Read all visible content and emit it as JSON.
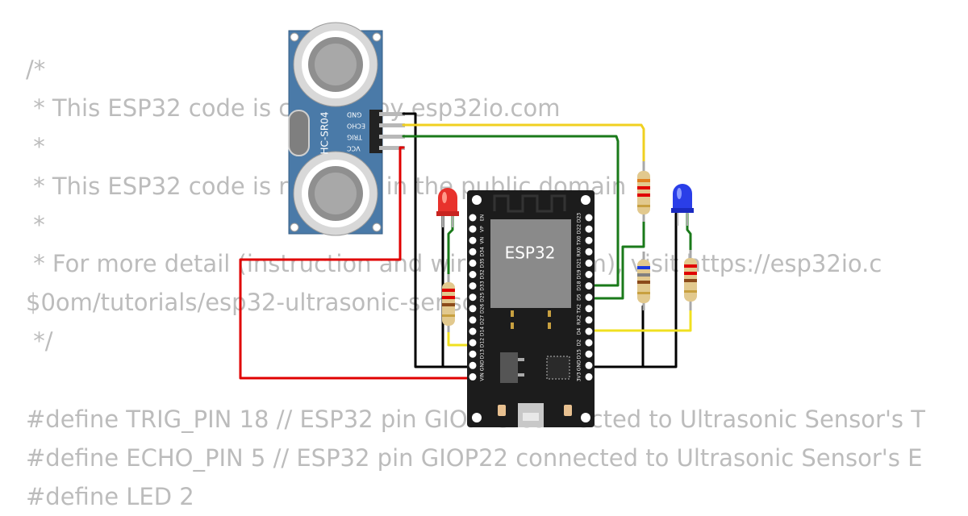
{
  "code_lines": [
    "/*",
    " * This ESP32 code is created by esp32io.com",
    " *",
    " * This ESP32 code is released in the public domain",
    " *",
    " * For more detail (instruction and wiring diagram), visit https://esp32io.c",
    "$0om/tutorials/esp32-ultrasonic-sensor",
    " */",
    "",
    "#define TRIG_PIN 18 // ESP32 pin GIOP23 connected to Ultrasonic Sensor's T",
    "#define ECHO_PIN 5 // ESP32 pin GIOP22 connected to Ultrasonic Sensor's E",
    "#define LED 2"
  ],
  "sensor": {
    "model": "HC-SR04",
    "pins": [
      "GND",
      "ECHO",
      "TRIG",
      "VCC"
    ]
  },
  "board": {
    "chip_label": "ESP32",
    "left_pins": [
      "EN",
      "VP",
      "VN",
      "D34",
      "D35",
      "D32",
      "D33",
      "D25",
      "D26",
      "D27",
      "D14",
      "D12",
      "D13",
      "GND",
      "VIN"
    ],
    "right_pins": [
      "D23",
      "D22",
      "TX0",
      "RX0",
      "D21",
      "D19",
      "D18",
      "D5",
      "TX2",
      "RX2",
      "D4",
      "D2",
      "D15",
      "GND",
      "3V3"
    ]
  },
  "leds": [
    {
      "id": "red",
      "color": "#e8322c"
    },
    {
      "id": "blue",
      "color": "#2a3ee8"
    }
  ],
  "wire_colors": {
    "gnd": "#000000",
    "vcc": "#e00000",
    "echo": "#f0d020",
    "trig": "#1a7a1a",
    "led_blue": "#f0e020",
    "led_red": "#f0e020"
  },
  "colors": {
    "code_text": "#bcbcbc",
    "sensor_board": "#4a7aa8",
    "esp_board": "#1c1c1c",
    "chip": "#8a8a8a"
  }
}
